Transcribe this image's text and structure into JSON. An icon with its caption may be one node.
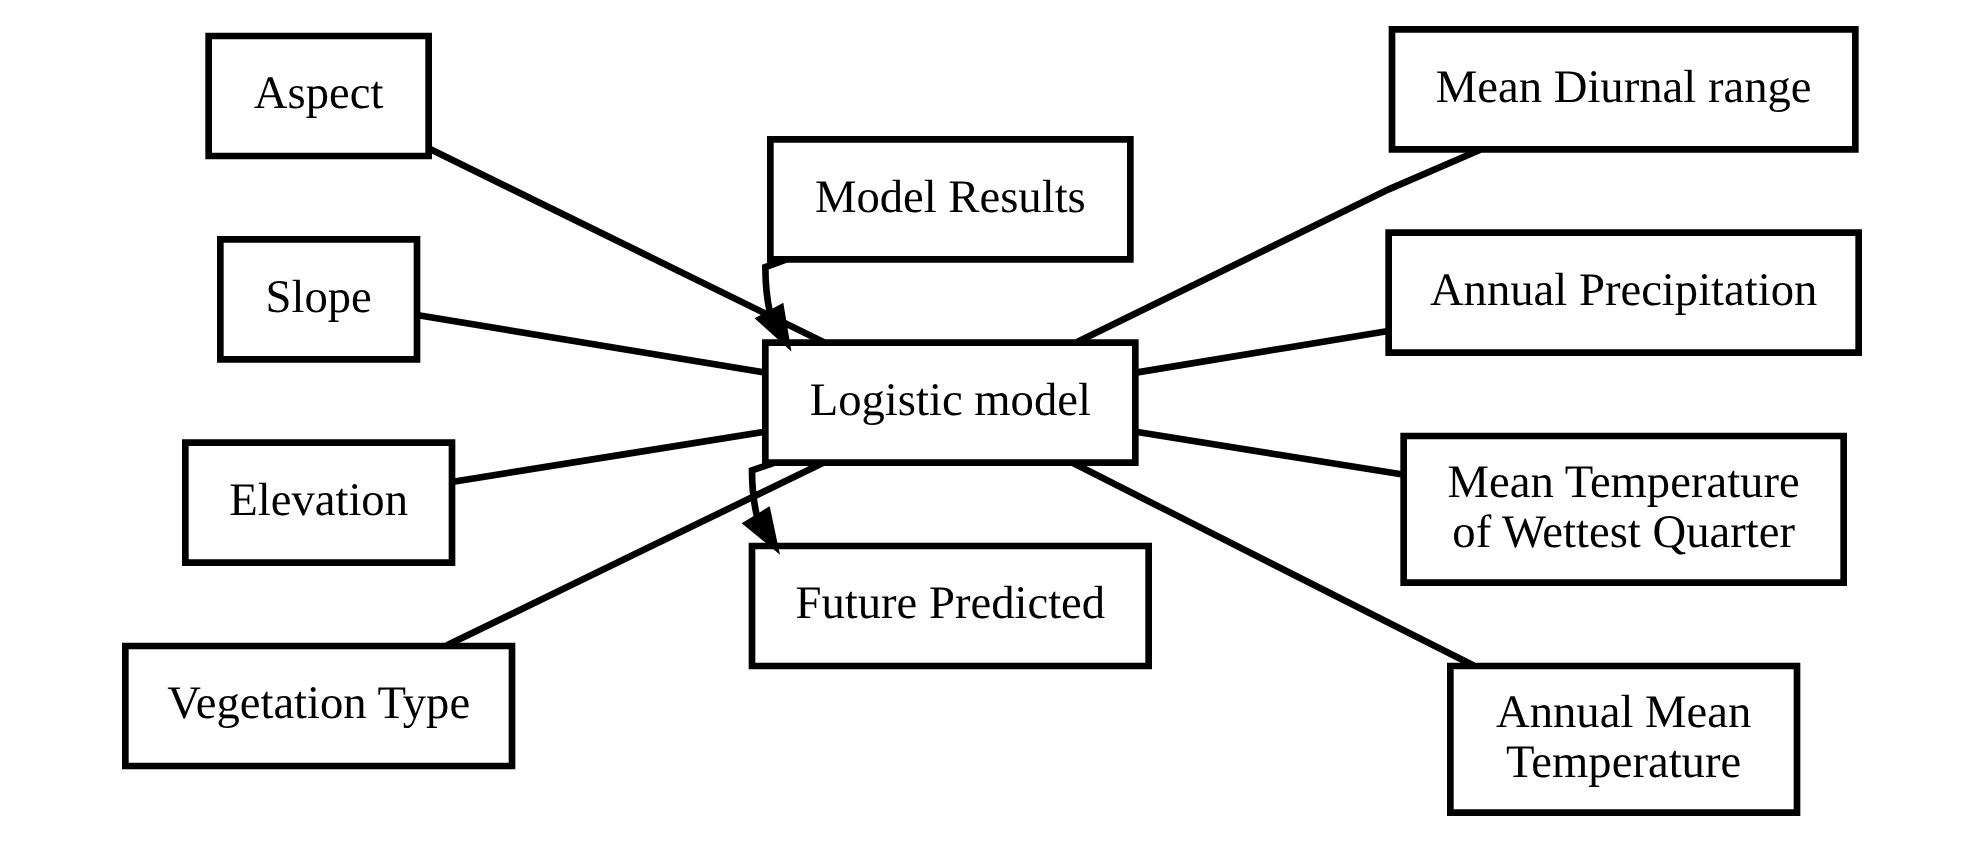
{
  "diagram": {
    "nodes": [
      {
        "text": [
          "Aspect"
        ]
      },
      {
        "text": [
          "Slope"
        ]
      },
      {
        "text": [
          "Elevation"
        ]
      },
      {
        "text": [
          "Vegetation Type"
        ]
      },
      {
        "text": [
          "Model Results"
        ]
      },
      {
        "text": [
          "Logistic model"
        ]
      },
      {
        "text": [
          "Future Predicted"
        ]
      },
      {
        "text": [
          "Mean Diurnal range"
        ]
      },
      {
        "text": [
          "Annual Precipitation"
        ]
      },
      {
        "text": [
          "Mean Temperature of Wettest Quarter"
        ]
      },
      {
        "text": [
          "Annual Mean Temperature"
        ]
      }
    ],
    "edges": [
      {
        "from": 0,
        "to": 5,
        "arrow": "none"
      },
      {
        "from": 1,
        "to": 5,
        "arrow": "none"
      },
      {
        "from": 2,
        "to": 5,
        "arrow": "none"
      },
      {
        "from": 3,
        "to": 5,
        "arrow": "none"
      },
      {
        "from": 4,
        "to": 5,
        "arrow": "to"
      },
      {
        "from": 5,
        "to": 6,
        "arrow": "to"
      },
      {
        "from": 5,
        "to": 7,
        "arrow": "none"
      },
      {
        "from": 5,
        "to": 8,
        "arrow": "none"
      },
      {
        "from": 5,
        "to": 9,
        "arrow": "none"
      },
      {
        "from": 5,
        "to": 10,
        "arrow": "none"
      }
    ]
  }
}
